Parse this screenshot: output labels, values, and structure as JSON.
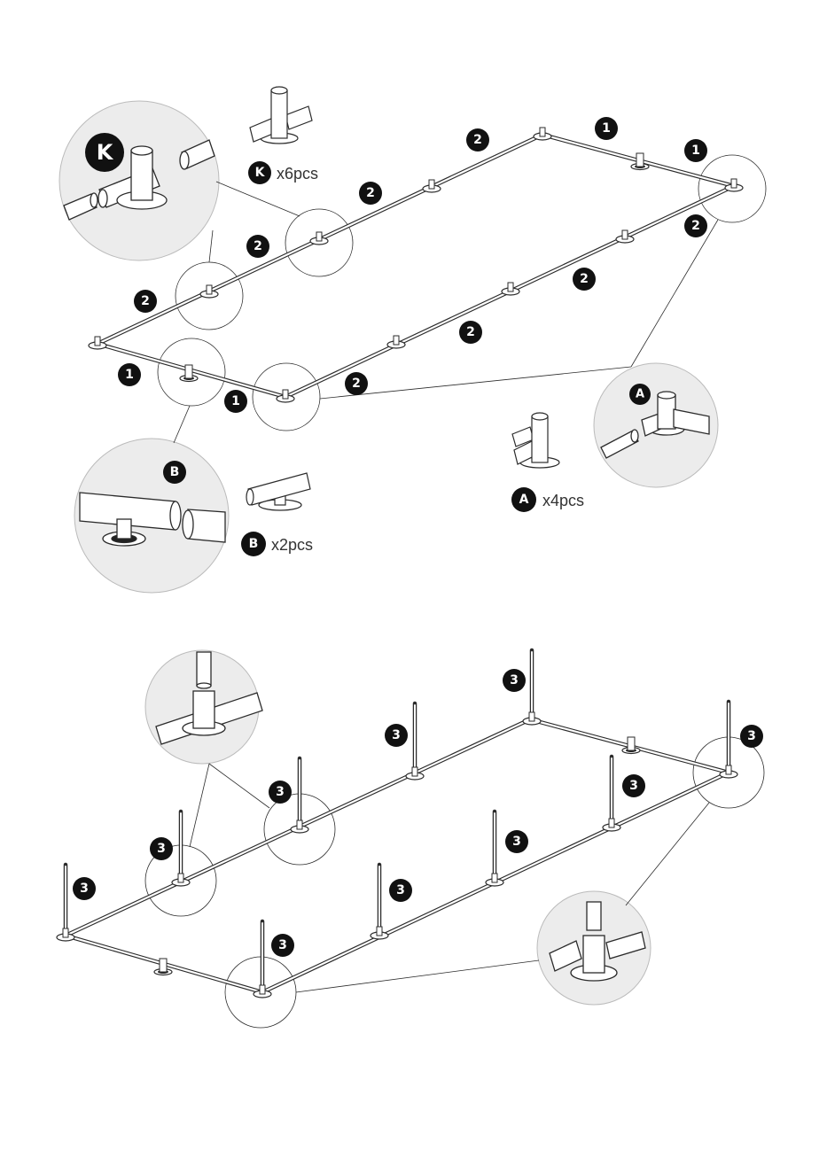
{
  "parts": {
    "k": {
      "letter": "K",
      "qty": "x6pcs"
    },
    "a": {
      "letter": "A",
      "qty": "x4pcs"
    },
    "b": {
      "letter": "B",
      "qty": "x2pcs"
    }
  },
  "step_numbers": {
    "one": "1",
    "two": "2",
    "three": "3"
  },
  "colors": {
    "line": "#2b2b2b",
    "pipe_fill": "#ffffff",
    "detail_bg": "#ececec",
    "badge": "#111111"
  }
}
